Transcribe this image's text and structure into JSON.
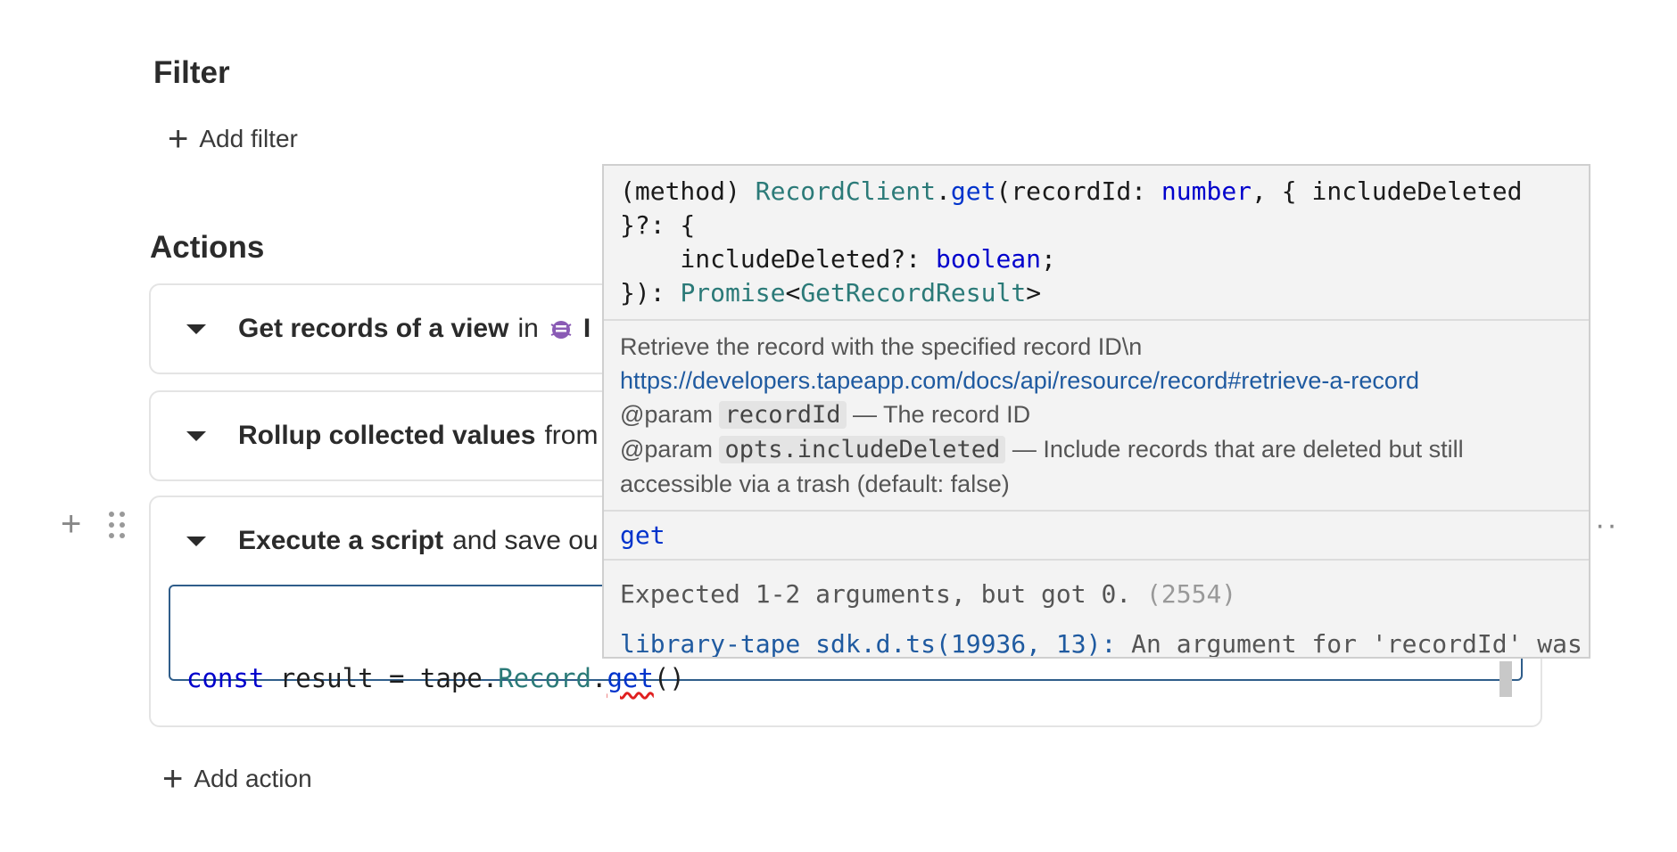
{
  "filter": {
    "heading": "Filter",
    "add_label": "Add filter"
  },
  "actions": {
    "heading": "Actions",
    "items": [
      {
        "bold": "Get records of a view",
        "rest": "in",
        "trail": "I"
      },
      {
        "bold": "Rollup collected values",
        "rest": "from"
      },
      {
        "bold": "Execute a script",
        "rest": "and save ou"
      }
    ],
    "add_label": "Add action"
  },
  "editor": {
    "code": {
      "kw": "const",
      "mid": " result = tape.",
      "type": "Record",
      "dot": ".",
      "method": "get",
      "tail": "()"
    }
  },
  "tooltip": {
    "signature": {
      "l1a": "(method) ",
      "l1b": "RecordClient",
      "l1c": ".",
      "l1d": "get",
      "l1e": "(recordId: ",
      "l1f": "number",
      "l1g": ", { includeDeleted",
      "l2": "}?: {",
      "l3a": "    includeDeleted?: ",
      "l3b": "boolean",
      "l3c": ";",
      "l4a": "}): ",
      "l4b": "Promise",
      "l4c": "<",
      "l4d": "GetRecordResult",
      "l4e": ">"
    },
    "doc": {
      "description": "Retrieve the record with the specified record ID\\n",
      "link": "https://developers.tapeapp.com/docs/api/resource/record#retrieve-a-record",
      "param1_tag": "@param",
      "param1_name": "recordId",
      "param1_desc": " — The record ID",
      "param2_tag": "@param",
      "param2_name": "opts.includeDeleted",
      "param2_desc": " — Include records that are deleted but still accessible via a trash (default: false)"
    },
    "name": "get",
    "error": {
      "message": "Expected 1-2 arguments, but got 0.",
      "code": "(2554)",
      "source": "library-tape_sdk.d.ts(19936, 13):",
      "detail": " An argument for 'recordId' was not provided."
    }
  },
  "colors": {
    "accent": "#2f5d8a",
    "type": "#2b7a78",
    "keyword": "#0000cc",
    "link": "#1f5aa0",
    "bug_icon": "#8a5bb5"
  }
}
